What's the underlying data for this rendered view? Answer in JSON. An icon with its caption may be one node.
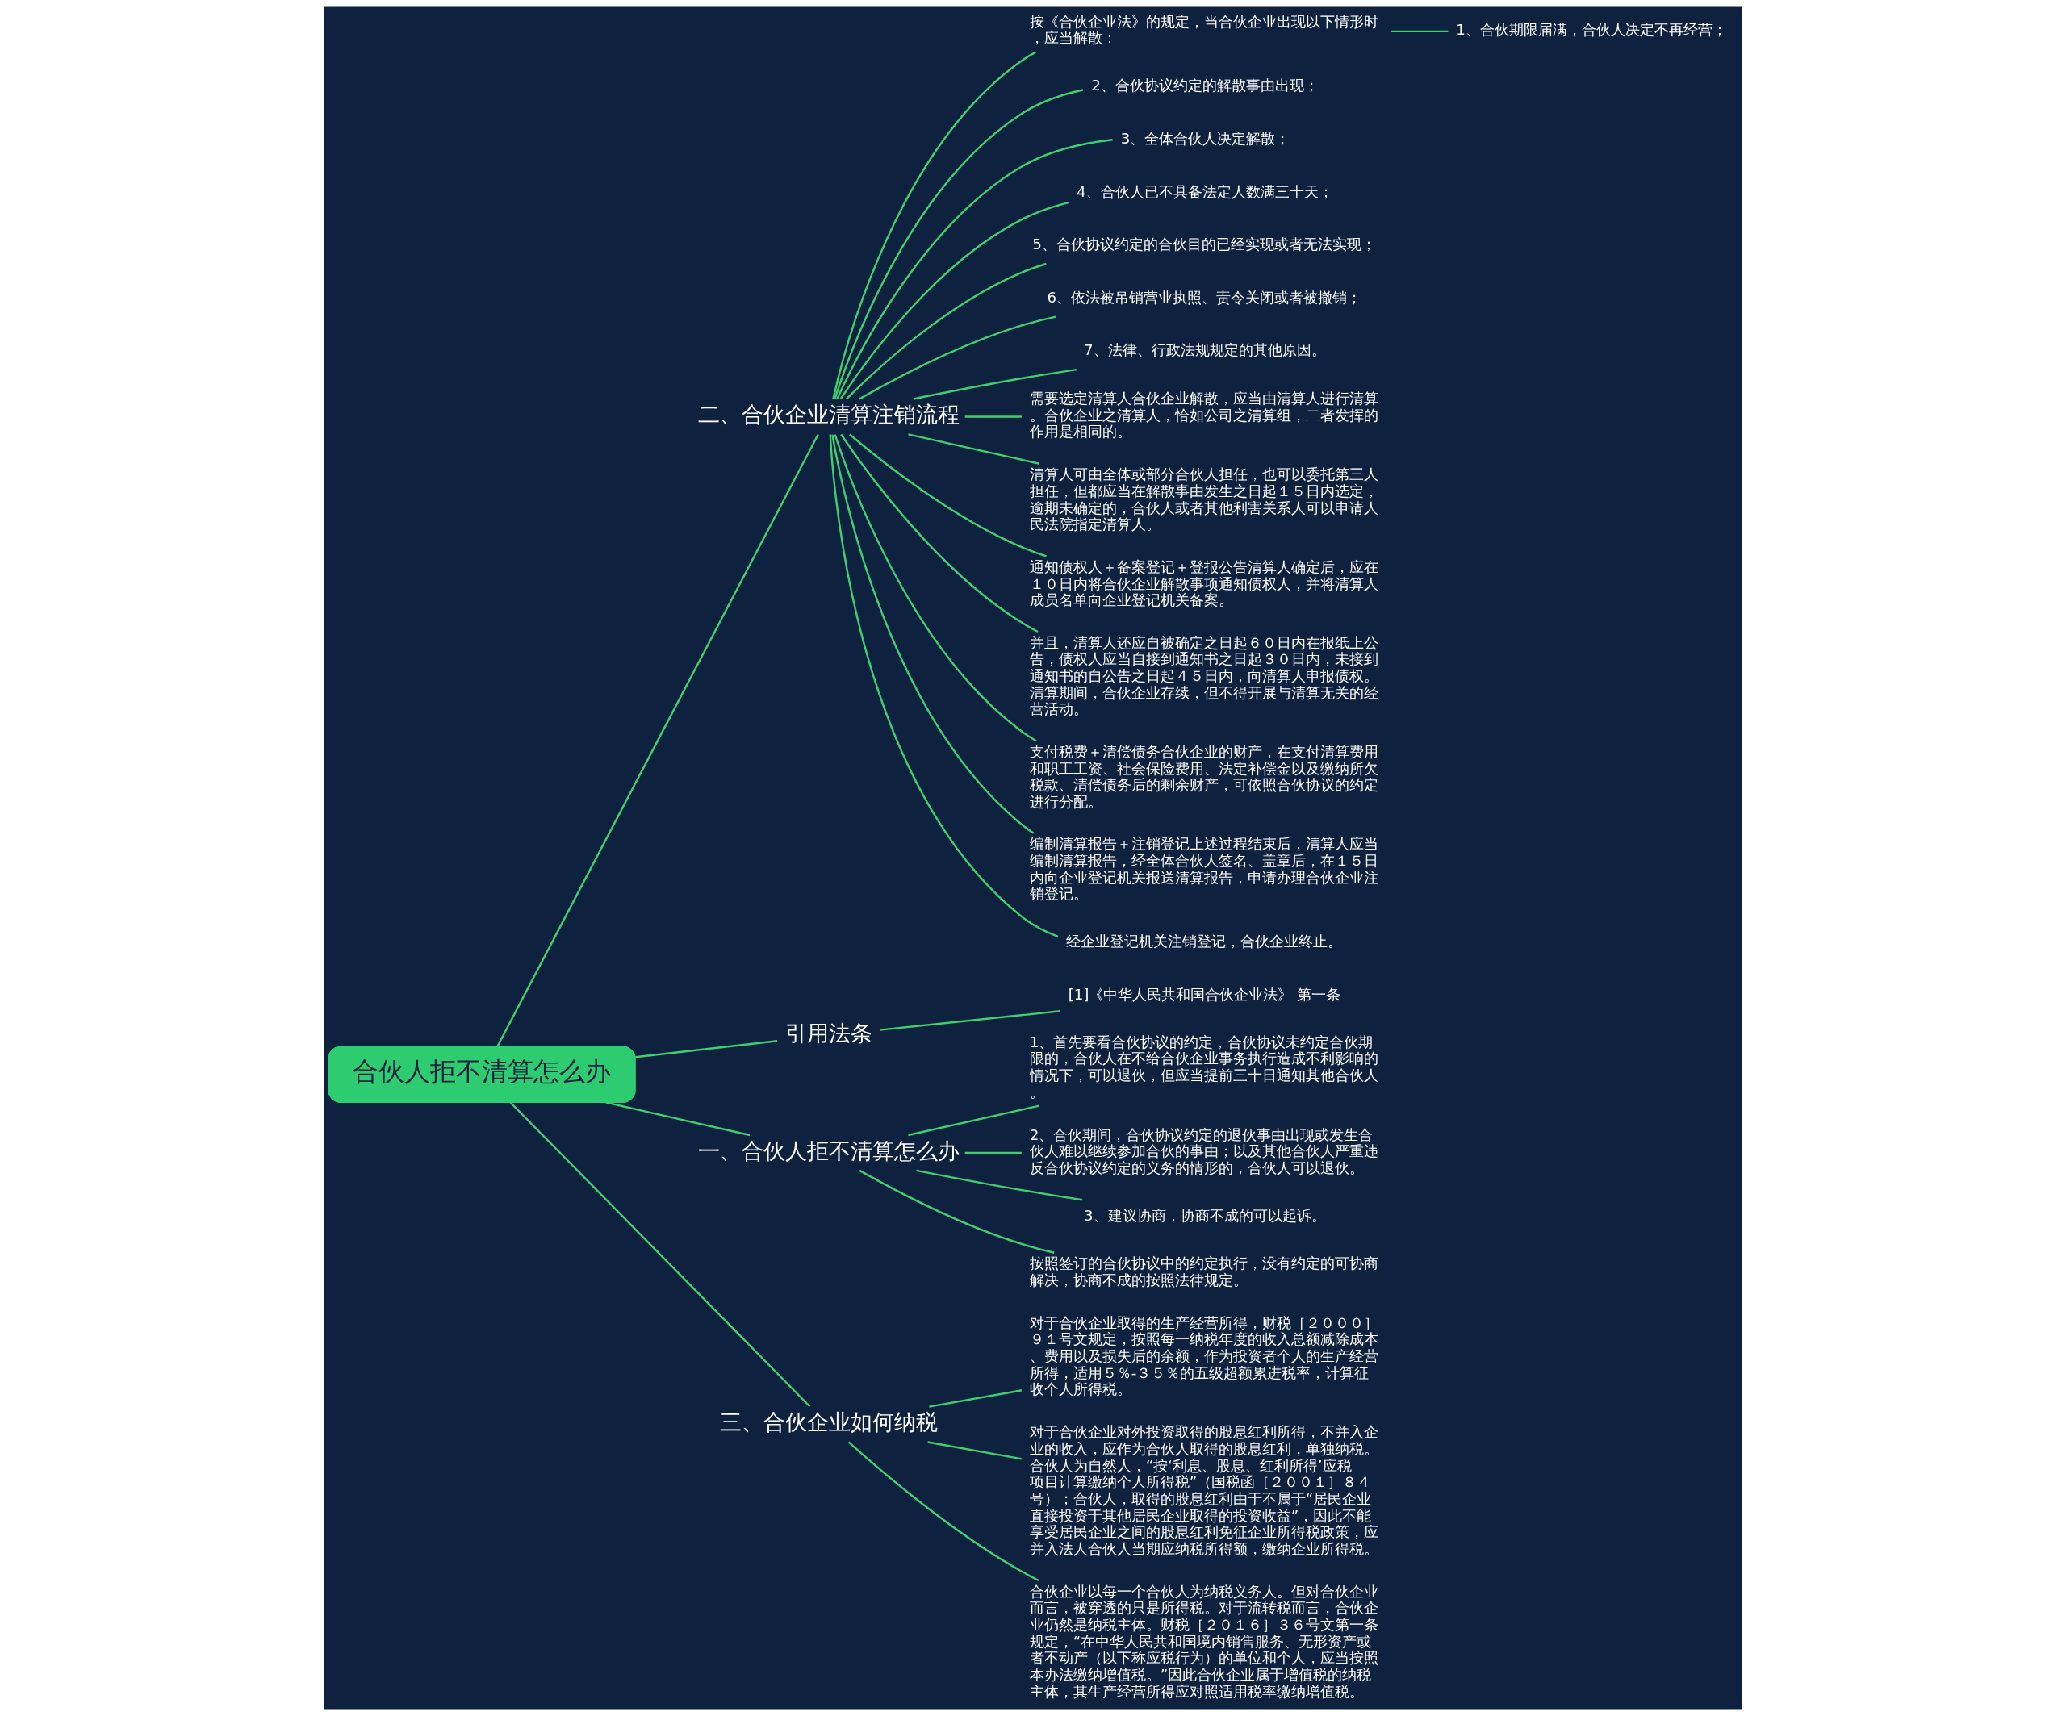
{
  "diagram": {
    "nodes": [
      {
        "text": [
          "合伙人拒不清算怎么办"
        ]
      },
      {
        "text": [
          "二、合伙企业清算注销流程"
        ]
      },
      {
        "text": [
          "按《合伙企业法》的规定，当合伙企业出现以下情形时，应当解散："
        ]
      },
      {
        "text": [
          "1、合伙期限届满，合伙人决定不再经营；"
        ]
      },
      {
        "text": [
          "2、合伙协议约定的解散事由出现；"
        ]
      },
      {
        "text": [
          "3、全体合伙人决定解散；"
        ]
      },
      {
        "text": [
          "4、合伙人已不具备法定人数满三十天；"
        ]
      },
      {
        "text": [
          "5、合伙协议约定的合伙目的已经实现或者无法实现；"
        ]
      },
      {
        "text": [
          "6、依法被吊销营业执照、责令关闭或者被撤销；"
        ]
      },
      {
        "text": [
          "7、法律、行政法规规定的其他原因。"
        ]
      },
      {
        "text": [
          "需要选定清算人合伙企业解散，应当由清算人进行清算。合伙企业之清算人，恰如公司之清算组，二者发挥的作用是相同的。"
        ]
      },
      {
        "text": [
          "清算人可由全体或部分合伙人担任，也可以委托第三人担任，但都应当在解散事由发生之日起１５日内选定，逾期未确定的，合伙人或者其他利害关系人可以申请人民法院指定清算人。"
        ]
      },
      {
        "text": [
          "通知债权人＋备案登记＋登报公告清算人确定后，应在１０日内将合伙企业解散事项通知债权人，并将清算人成员名单向企业登记机关备案。"
        ]
      },
      {
        "text": [
          "并且，清算人还应自被确定之日起６０日内在报纸上公告，债权人应当自接到通知书之日起３０日内，未接到通知书的自公告之日起４５日内，向清算人申报债权。清算期间，合伙企业存续，但不得开展与清算无关的经营活动。"
        ]
      },
      {
        "text": [
          "支付税费＋清偿债务合伙企业的财产，在支付清算费用和职工工资、社会保险费用、法定补偿金以及缴纳所欠税款、清偿债务后的剩余财产，可依照合伙协议的约定进行分配。"
        ]
      },
      {
        "text": [
          "编制清算报告＋注销登记上述过程结束后，清算人应当编制清算报告，经全体合伙人签名、盖章后，在１５日内向企业登记机关报送清算报告，申请办理合伙企业注销登记。"
        ]
      },
      {
        "text": [
          "经企业登记机关注销登记，合伙企业终止。"
        ]
      },
      {
        "text": [
          "引用法条"
        ]
      },
      {
        "text": [
          "[1]《中华人民共和国合伙企业法》 第一条"
        ]
      },
      {
        "text": [
          "一、合伙人拒不清算怎么办"
        ]
      },
      {
        "text": [
          "1、首先要看合伙协议的约定，合伙协议未约定合伙期限的，合伙人在不给合伙企业事务执行造成不利影响的情况下，可以退伙，但应当提前三十日通知其他合伙人。"
        ]
      },
      {
        "text": [
          "2、合伙期间，合伙协议约定的退伙事由出现或发生合伙人难以继续参加合伙的事由；以及其他合伙人严重违反合伙协议约定的义务的情形的，合伙人可以退伙。"
        ]
      },
      {
        "text": [
          "3、建议协商，协商不成的可以起诉。"
        ]
      },
      {
        "text": [
          "按照签订的合伙协议中的约定执行，没有约定的可协商解决，协商不成的按照法律规定。"
        ]
      },
      {
        "text": [
          "三、合伙企业如何纳税"
        ]
      },
      {
        "text": [
          "对于合伙企业取得的生产经营所得，财税［２０００］９１号文规定，按照每一纳税年度的收入总额减除成本、费用以及损失后的余额，作为投资者个人的生产经营所得，适用５％-３５％的五级超额累进税率，计算征收个人所得税。"
        ]
      },
      {
        "text": [
          "对于合伙企业对外投资取得的股息红利所得，不并入企业的收入，应作为合伙人取得的股息红利，单独纳税。合伙人为自然人，“按‘利息、股息、红利所得’应税项目计算缴纳个人所得税”（国税函［２００１］８４号）；合伙人，取得的股息红利由于不属于“居民企业直接投资于其他居民企业取得的投资收益”，因此不能享受居民企业之间的股息红利免征企业所得税政策，应并入法人合伙人当期应纳税所得额，缴纳企业所得税。"
        ]
      },
      {
        "text": [
          "合伙企业以每一个合伙人为纳税义务人。但对合伙企业而言，被穿透的只是所得税。对于流转税而言，合伙企业仍然是纳税主体。财税［２０１６］３６号文第一条规定，“在中华人民共和国境内销售服务、无形资产或者不动产（以下称应税行为）的单位和个人，应当按照本办法缴纳增值税。”因此合伙企业属于增值税的纳税主体，其生产经营所得应对照适用税率缴纳增值税。"
        ]
      }
    ],
    "edges": [
      {
        "from": 0,
        "to": 1,
        "arrow": "none"
      },
      {
        "from": 1,
        "to": 2,
        "arrow": "none"
      },
      {
        "from": 2,
        "to": 3,
        "arrow": "none"
      },
      {
        "from": 1,
        "to": 4,
        "arrow": "none"
      },
      {
        "from": 1,
        "to": 5,
        "arrow": "none"
      },
      {
        "from": 1,
        "to": 6,
        "arrow": "none"
      },
      {
        "from": 1,
        "to": 7,
        "arrow": "none"
      },
      {
        "from": 1,
        "to": 8,
        "arrow": "none"
      },
      {
        "from": 1,
        "to": 9,
        "arrow": "none"
      },
      {
        "from": 1,
        "to": 10,
        "arrow": "none"
      },
      {
        "from": 1,
        "to": 11,
        "arrow": "none"
      },
      {
        "from": 1,
        "to": 12,
        "arrow": "none"
      },
      {
        "from": 1,
        "to": 13,
        "arrow": "none"
      },
      {
        "from": 1,
        "to": 14,
        "arrow": "none"
      },
      {
        "from": 1,
        "to": 15,
        "arrow": "none"
      },
      {
        "from": 1,
        "to": 16,
        "arrow": "none"
      },
      {
        "from": 0,
        "to": 17,
        "arrow": "none"
      },
      {
        "from": 17,
        "to": 18,
        "arrow": "none"
      },
      {
        "from": 0,
        "to": 19,
        "arrow": "none"
      },
      {
        "from": 19,
        "to": 20,
        "arrow": "none"
      },
      {
        "from": 19,
        "to": 21,
        "arrow": "none"
      },
      {
        "from": 19,
        "to": 22,
        "arrow": "none"
      },
      {
        "from": 19,
        "to": 23,
        "arrow": "none"
      },
      {
        "from": 0,
        "to": 24,
        "arrow": "none"
      },
      {
        "from": 24,
        "to": 25,
        "arrow": "none"
      },
      {
        "from": 24,
        "to": 26,
        "arrow": "none"
      },
      {
        "from": 24,
        "to": 27,
        "arrow": "none"
      }
    ]
  }
}
